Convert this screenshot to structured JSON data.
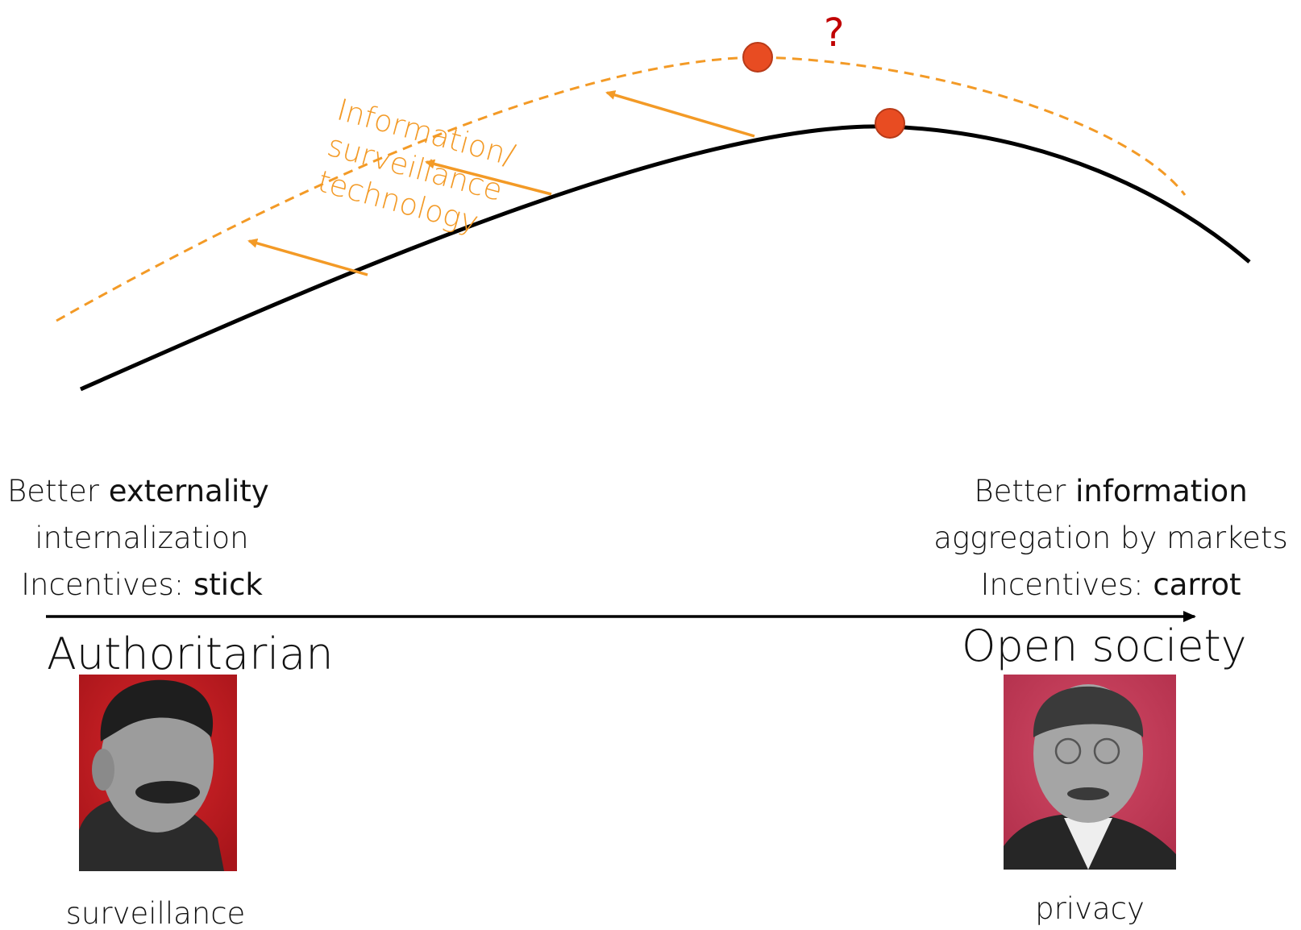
{
  "question_mark": "?",
  "tech_label": {
    "line1": "Information/",
    "line2": "surveillance",
    "line3": "technology"
  },
  "left_block": {
    "line1_prefix": "Better ",
    "line1_emph": "externality",
    "line2": "internalization",
    "line3_prefix": "Incentives: ",
    "line3_emph": "stick"
  },
  "right_block": {
    "line1_prefix": "Better ",
    "line1_emph": "information",
    "line2": "aggregation by markets",
    "line3_prefix": "Incentives: ",
    "line3_emph": "carrot"
  },
  "axis": {
    "left_label": "Authoritarian",
    "right_label": "Open society"
  },
  "portraits": {
    "left_caption": "surveillance",
    "right_caption": "privacy"
  },
  "colors": {
    "curve_solid": "#000000",
    "curve_dashed": "#F39A26",
    "arrows": "#F39A26",
    "dots": "#E84C22",
    "question_mark": "#C00000",
    "left_portrait_bg": "#C8191E",
    "right_portrait_bg": "#C73A58"
  },
  "icons": {
    "left_portrait": "person-portrait-icon",
    "right_portrait": "person-portrait-icon"
  }
}
